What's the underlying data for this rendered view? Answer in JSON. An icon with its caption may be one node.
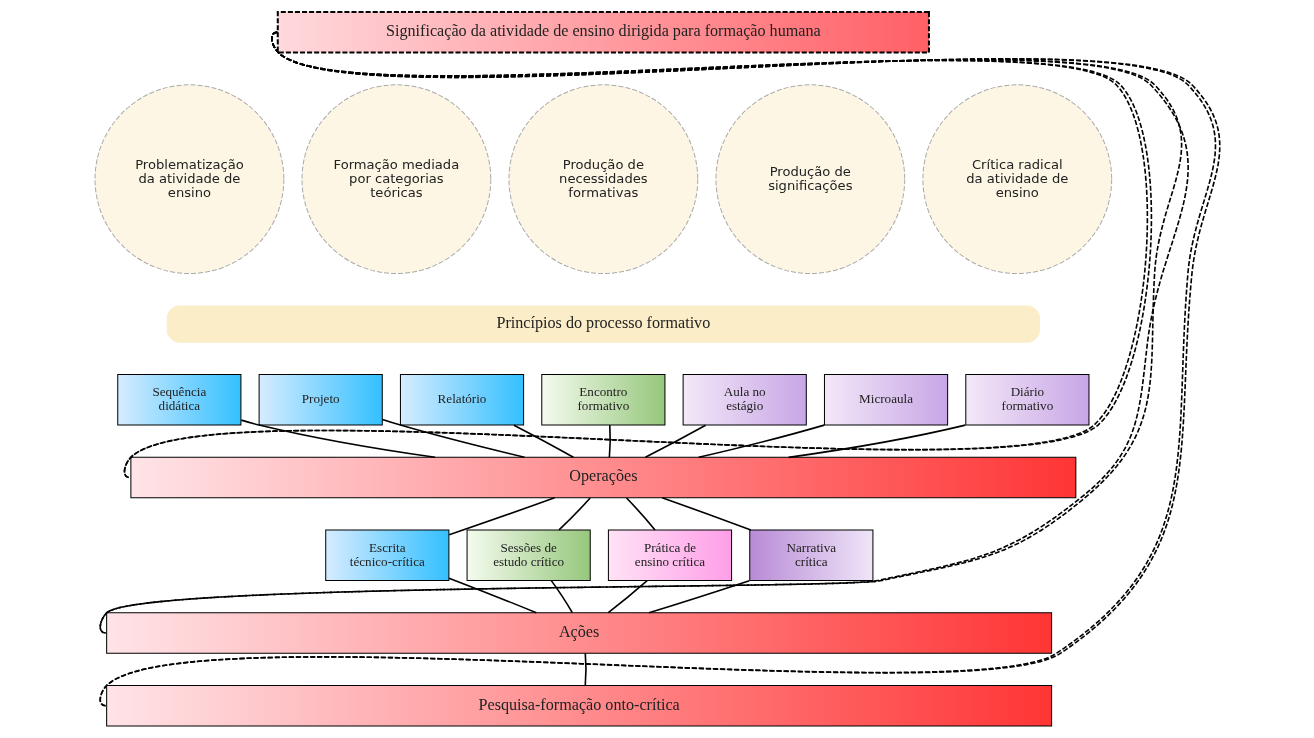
{
  "diagram": {
    "nodes": [
      {
        "text": [
          "Significação da atividade de ensino dirigida para formação humana"
        ]
      },
      {
        "text": [
          "Problematização da atividade de ensino"
        ]
      },
      {
        "text": [
          "Formação mediada por categorias teóricas"
        ]
      },
      {
        "text": [
          "Produção de necessidades formativas"
        ]
      },
      {
        "text": [
          "Produção de significações"
        ]
      },
      {
        "text": [
          "Crítica radical da atividade de ensino"
        ]
      },
      {
        "text": [
          "Princípios do processo formativo"
        ]
      },
      {
        "text": [
          "Sequência didática"
        ]
      },
      {
        "text": [
          "Projeto"
        ]
      },
      {
        "text": [
          "Relatório"
        ]
      },
      {
        "text": [
          "Encontro formativo"
        ]
      },
      {
        "text": [
          "Aula no estágio"
        ]
      },
      {
        "text": [
          "Microaula"
        ]
      },
      {
        "text": [
          "Diário formativo"
        ]
      },
      {
        "text": [
          "Operações"
        ]
      },
      {
        "text": [
          "Escrita técnico-crítica"
        ]
      },
      {
        "text": [
          "Sessões de estudo crítico"
        ]
      },
      {
        "text": [
          "Prática de ensino crítica"
        ]
      },
      {
        "text": [
          "Narrativa crítica"
        ]
      },
      {
        "text": [
          "Ações"
        ]
      },
      {
        "text": [
          "Pesquisa-formação onto-crítica"
        ]
      }
    ],
    "edges": [
      {
        "from": 7,
        "to": 14,
        "arrow": "none"
      },
      {
        "from": 8,
        "to": 14,
        "arrow": "none"
      },
      {
        "from": 9,
        "to": 14,
        "arrow": "none"
      },
      {
        "from": 10,
        "to": 14,
        "arrow": "none"
      },
      {
        "from": 11,
        "to": 14,
        "arrow": "none"
      },
      {
        "from": 12,
        "to": 14,
        "arrow": "none"
      },
      {
        "from": 13,
        "to": 14,
        "arrow": "none"
      },
      {
        "from": 14,
        "to": 15,
        "arrow": "none"
      },
      {
        "from": 14,
        "to": 16,
        "arrow": "none"
      },
      {
        "from": 14,
        "to": 17,
        "arrow": "none"
      },
      {
        "from": 14,
        "to": 18,
        "arrow": "none"
      },
      {
        "from": 15,
        "to": 19,
        "arrow": "none"
      },
      {
        "from": 16,
        "to": 19,
        "arrow": "none"
      },
      {
        "from": 17,
        "to": 19,
        "arrow": "none"
      },
      {
        "from": 18,
        "to": 19,
        "arrow": "none"
      },
      {
        "from": 19,
        "to": 20,
        "arrow": "none"
      },
      {
        "from": 0,
        "to": 14,
        "arrow": "none",
        "style": "dashed"
      },
      {
        "from": 0,
        "to": 19,
        "arrow": "none",
        "style": "dashed"
      },
      {
        "from": 0,
        "to": 20,
        "arrow": "none",
        "style": "dashed"
      },
      {
        "from": 0,
        "to": 14,
        "arrow": "none",
        "style": "dashed"
      },
      {
        "from": 0,
        "to": 19,
        "arrow": "none",
        "style": "dashed"
      },
      {
        "from": 0,
        "to": 20,
        "arrow": "none",
        "style": "dashed"
      }
    ]
  }
}
